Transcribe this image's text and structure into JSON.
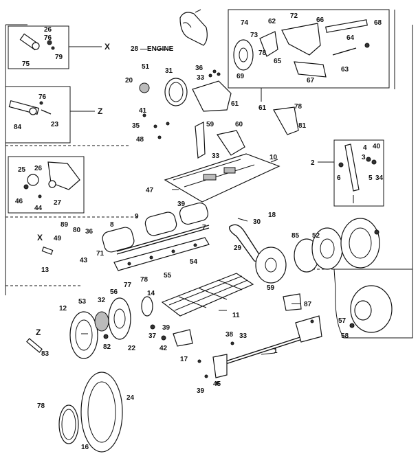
{
  "diagram": {
    "engine_label": "28 —ENGINE",
    "group_labels": {
      "x_top": "X",
      "z_top": "Z",
      "x_inset": "X",
      "z_inset": "Z"
    },
    "part_numbers": [
      {
        "id": "p1",
        "text": "26"
      },
      {
        "id": "p2",
        "text": "76"
      },
      {
        "id": "p3",
        "text": "79"
      },
      {
        "id": "p4",
        "text": "75"
      },
      {
        "id": "p5",
        "text": "76"
      },
      {
        "id": "p6",
        "text": "84"
      },
      {
        "id": "p7",
        "text": "23"
      },
      {
        "id": "p8",
        "text": "74"
      },
      {
        "id": "p9",
        "text": "73"
      },
      {
        "id": "p10",
        "text": "62"
      },
      {
        "id": "p11",
        "text": "72"
      },
      {
        "id": "p12",
        "text": "66"
      },
      {
        "id": "p13",
        "text": "68"
      },
      {
        "id": "p14",
        "text": "64"
      },
      {
        "id": "p15",
        "text": "69"
      },
      {
        "id": "p16",
        "text": "78"
      },
      {
        "id": "p17",
        "text": "65"
      },
      {
        "id": "p18",
        "text": "67"
      },
      {
        "id": "p19",
        "text": "63"
      },
      {
        "id": "p20",
        "text": "61"
      },
      {
        "id": "p21",
        "text": "78"
      },
      {
        "id": "p22",
        "text": "81"
      },
      {
        "id": "p23",
        "text": "51"
      },
      {
        "id": "p24",
        "text": "31"
      },
      {
        "id": "p25",
        "text": "36"
      },
      {
        "id": "p26",
        "text": "33"
      },
      {
        "id": "p27",
        "text": "20"
      },
      {
        "id": "p28",
        "text": "61"
      },
      {
        "id": "p29",
        "text": "41"
      },
      {
        "id": "p30",
        "text": "35"
      },
      {
        "id": "p31",
        "text": "48"
      },
      {
        "id": "p32",
        "text": "59"
      },
      {
        "id": "p33",
        "text": "60"
      },
      {
        "id": "p34",
        "text": "33"
      },
      {
        "id": "p35",
        "text": "10"
      },
      {
        "id": "p36",
        "text": "2"
      },
      {
        "id": "p37",
        "text": "4"
      },
      {
        "id": "p38",
        "text": "40"
      },
      {
        "id": "p39",
        "text": "3"
      },
      {
        "id": "p40",
        "text": "6"
      },
      {
        "id": "p41",
        "text": "5"
      },
      {
        "id": "p42",
        "text": "34"
      },
      {
        "id": "p43",
        "text": "25"
      },
      {
        "id": "p44",
        "text": "26"
      },
      {
        "id": "p45",
        "text": "46"
      },
      {
        "id": "p46",
        "text": "44"
      },
      {
        "id": "p47",
        "text": "27"
      },
      {
        "id": "p48",
        "text": "47"
      },
      {
        "id": "p49",
        "text": "39"
      },
      {
        "id": "p50",
        "text": "18"
      },
      {
        "id": "p51",
        "text": "8"
      },
      {
        "id": "p52",
        "text": "9"
      },
      {
        "id": "p53",
        "text": "7"
      },
      {
        "id": "p54",
        "text": "30"
      },
      {
        "id": "p55",
        "text": "89"
      },
      {
        "id": "p56",
        "text": "80"
      },
      {
        "id": "p57",
        "text": "36"
      },
      {
        "id": "p58",
        "text": "49"
      },
      {
        "id": "p59",
        "text": "43"
      },
      {
        "id": "p60",
        "text": "71"
      },
      {
        "id": "p61",
        "text": "13"
      },
      {
        "id": "p62",
        "text": "29"
      },
      {
        "id": "p63",
        "text": "85"
      },
      {
        "id": "p64",
        "text": "52"
      },
      {
        "id": "p65",
        "text": "54"
      },
      {
        "id": "p66",
        "text": "55"
      },
      {
        "id": "p67",
        "text": "56"
      },
      {
        "id": "p68",
        "text": "77"
      },
      {
        "id": "p69",
        "text": "78"
      },
      {
        "id": "p70",
        "text": "14"
      },
      {
        "id": "p71",
        "text": "59"
      },
      {
        "id": "p72",
        "text": "87"
      },
      {
        "id": "p73",
        "text": "11"
      },
      {
        "id": "p74",
        "text": "12"
      },
      {
        "id": "p75",
        "text": "53"
      },
      {
        "id": "p76",
        "text": "32"
      },
      {
        "id": "p77",
        "text": "57"
      },
      {
        "id": "p78",
        "text": "58"
      },
      {
        "id": "p79",
        "text": "22"
      },
      {
        "id": "p80",
        "text": "37"
      },
      {
        "id": "p81",
        "text": "39"
      },
      {
        "id": "p82",
        "text": "42"
      },
      {
        "id": "p83",
        "text": "17"
      },
      {
        "id": "p84",
        "text": "38"
      },
      {
        "id": "p85",
        "text": "33"
      },
      {
        "id": "p86",
        "text": "1"
      },
      {
        "id": "p87",
        "text": "83"
      },
      {
        "id": "p88",
        "text": "82"
      },
      {
        "id": "p89",
        "text": "24"
      },
      {
        "id": "p90",
        "text": "78"
      },
      {
        "id": "p91",
        "text": "16"
      },
      {
        "id": "p92",
        "text": "39"
      },
      {
        "id": "p93",
        "text": "45"
      }
    ]
  }
}
